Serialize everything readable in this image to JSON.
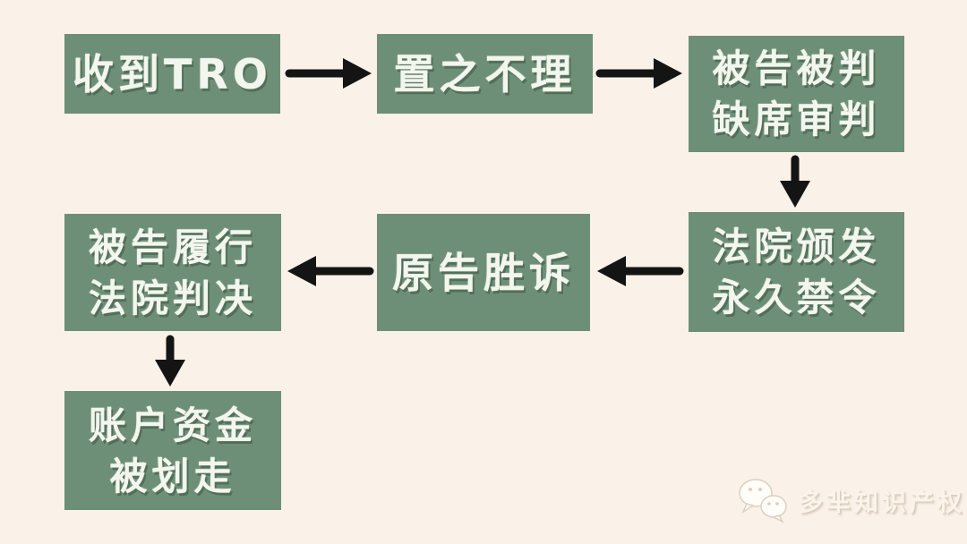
{
  "page": {
    "background_color": "#FAF1E8",
    "node_color": "#6E8F77",
    "node_text_color": "#F2F6EC",
    "arrow_color": "#141414"
  },
  "flowchart": {
    "nodes": [
      {
        "id": "node-1",
        "lines": [
          "收到TRO"
        ]
      },
      {
        "id": "node-2",
        "lines": [
          "置之不理"
        ]
      },
      {
        "id": "node-3",
        "lines": [
          "被告被判",
          "缺席审判"
        ]
      },
      {
        "id": "node-4",
        "lines": [
          "法院颁发",
          "永久禁令"
        ]
      },
      {
        "id": "node-5",
        "lines": [
          "原告胜诉"
        ]
      },
      {
        "id": "node-6",
        "lines": [
          "被告履行",
          "法院判决"
        ]
      },
      {
        "id": "node-7",
        "lines": [
          "账户资金",
          "被划走"
        ]
      }
    ],
    "edges": [
      {
        "from": "node-1",
        "to": "node-2",
        "direction": "right"
      },
      {
        "from": "node-2",
        "to": "node-3",
        "direction": "right"
      },
      {
        "from": "node-3",
        "to": "node-4",
        "direction": "down"
      },
      {
        "from": "node-4",
        "to": "node-5",
        "direction": "left"
      },
      {
        "from": "node-5",
        "to": "node-6",
        "direction": "left"
      },
      {
        "from": "node-6",
        "to": "node-7",
        "direction": "down"
      }
    ]
  },
  "watermark": {
    "brand": "多芈知识产权",
    "icon": "wechat-bubbles-icon"
  }
}
